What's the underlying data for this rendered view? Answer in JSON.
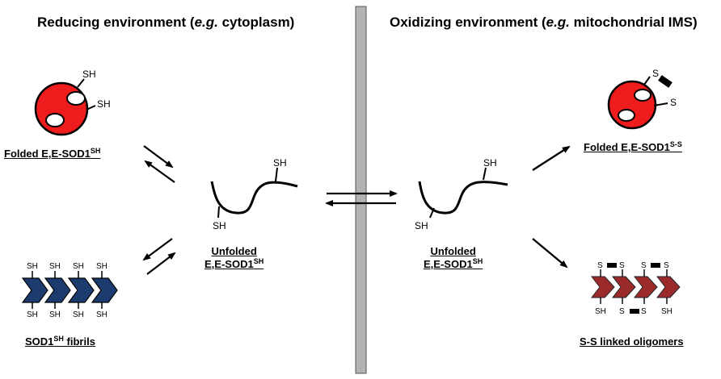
{
  "headers": {
    "left": {
      "pre": "Reducing environment (",
      "em": "e.g.",
      "post": " cytoplasm)"
    },
    "right": {
      "pre": "Oxidizing environment (",
      "em": "e.g.",
      "post": " mitochondrial IMS)"
    }
  },
  "labels": {
    "folded_reduced": {
      "text": "Folded E,E-SOD1",
      "sup": "SH"
    },
    "unfolded_left": {
      "line1": "Unfolded",
      "line2": "E,E-SOD1",
      "sup": "SH"
    },
    "fibrils": {
      "text": "SOD1",
      "sup": "SH",
      "post": " fibrils"
    },
    "unfolded_right": {
      "line1": "Unfolded",
      "line2": "E,E-SOD1",
      "sup": "SH"
    },
    "folded_oxidized": {
      "text": "Folded E,E-SOD1",
      "sup": "S-S"
    },
    "oligomers": {
      "text": "S-S linked oligomers"
    }
  },
  "groups": {
    "sh": "SH",
    "s": "S"
  },
  "colors": {
    "folded_fill": "#ee1c1c",
    "fibril_fill": "#1c3b6e",
    "oligomer_fill": "#9b2a2a",
    "membrane": "#b3b3b3",
    "ink": "#000000"
  },
  "icons": [
    "membrane-bar",
    "equilibrium-arrow",
    "reaction-arrow",
    "disulfide-bond-bar"
  ]
}
